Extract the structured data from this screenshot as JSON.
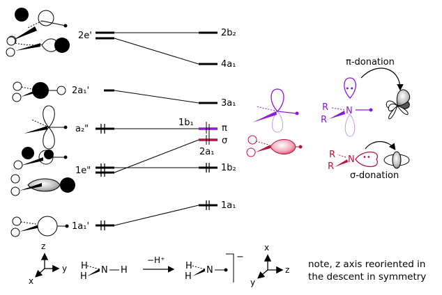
{
  "left_levels": [
    {
      "id": "2e-prime",
      "label": "2e'"
    },
    {
      "id": "2a1-prime",
      "label": "2a₁'"
    },
    {
      "id": "a2-doubleprime",
      "label": "a₂\""
    },
    {
      "id": "1e-doubleprime",
      "label": "1e\""
    },
    {
      "id": "1a1-prime",
      "label": "1a₁'"
    }
  ],
  "right_levels": [
    {
      "id": "2b2",
      "label": "2b₂"
    },
    {
      "id": "4a1",
      "label": "4a₁"
    },
    {
      "id": "3a1",
      "label": "3a₁"
    },
    {
      "id": "1b1",
      "label": "1b₁",
      "tag": "π"
    },
    {
      "id": "2a1",
      "label": "2a₁",
      "tag": "σ"
    },
    {
      "id": "1b2",
      "label": "1b₂"
    },
    {
      "id": "1a1",
      "label": "1a₁"
    }
  ],
  "donation": {
    "pi_label": "π-donation",
    "sigma_label": "σ-donation",
    "r_label": "R",
    "n_label": "N",
    "dots": "••"
  },
  "bottom": {
    "z_label": "z",
    "y_label": "y",
    "x_label": "x",
    "h_label": "H",
    "n_label": "N",
    "reaction": "−H⁺",
    "charge": "−"
  },
  "note": {
    "line1": "note, z axis reoriented in",
    "line2": "the descent in symmetry"
  },
  "colors": {
    "black": "#000000",
    "purple": "#8a1ad6",
    "red": "#b8123f",
    "lobe_gray": "#c8c8c8"
  }
}
